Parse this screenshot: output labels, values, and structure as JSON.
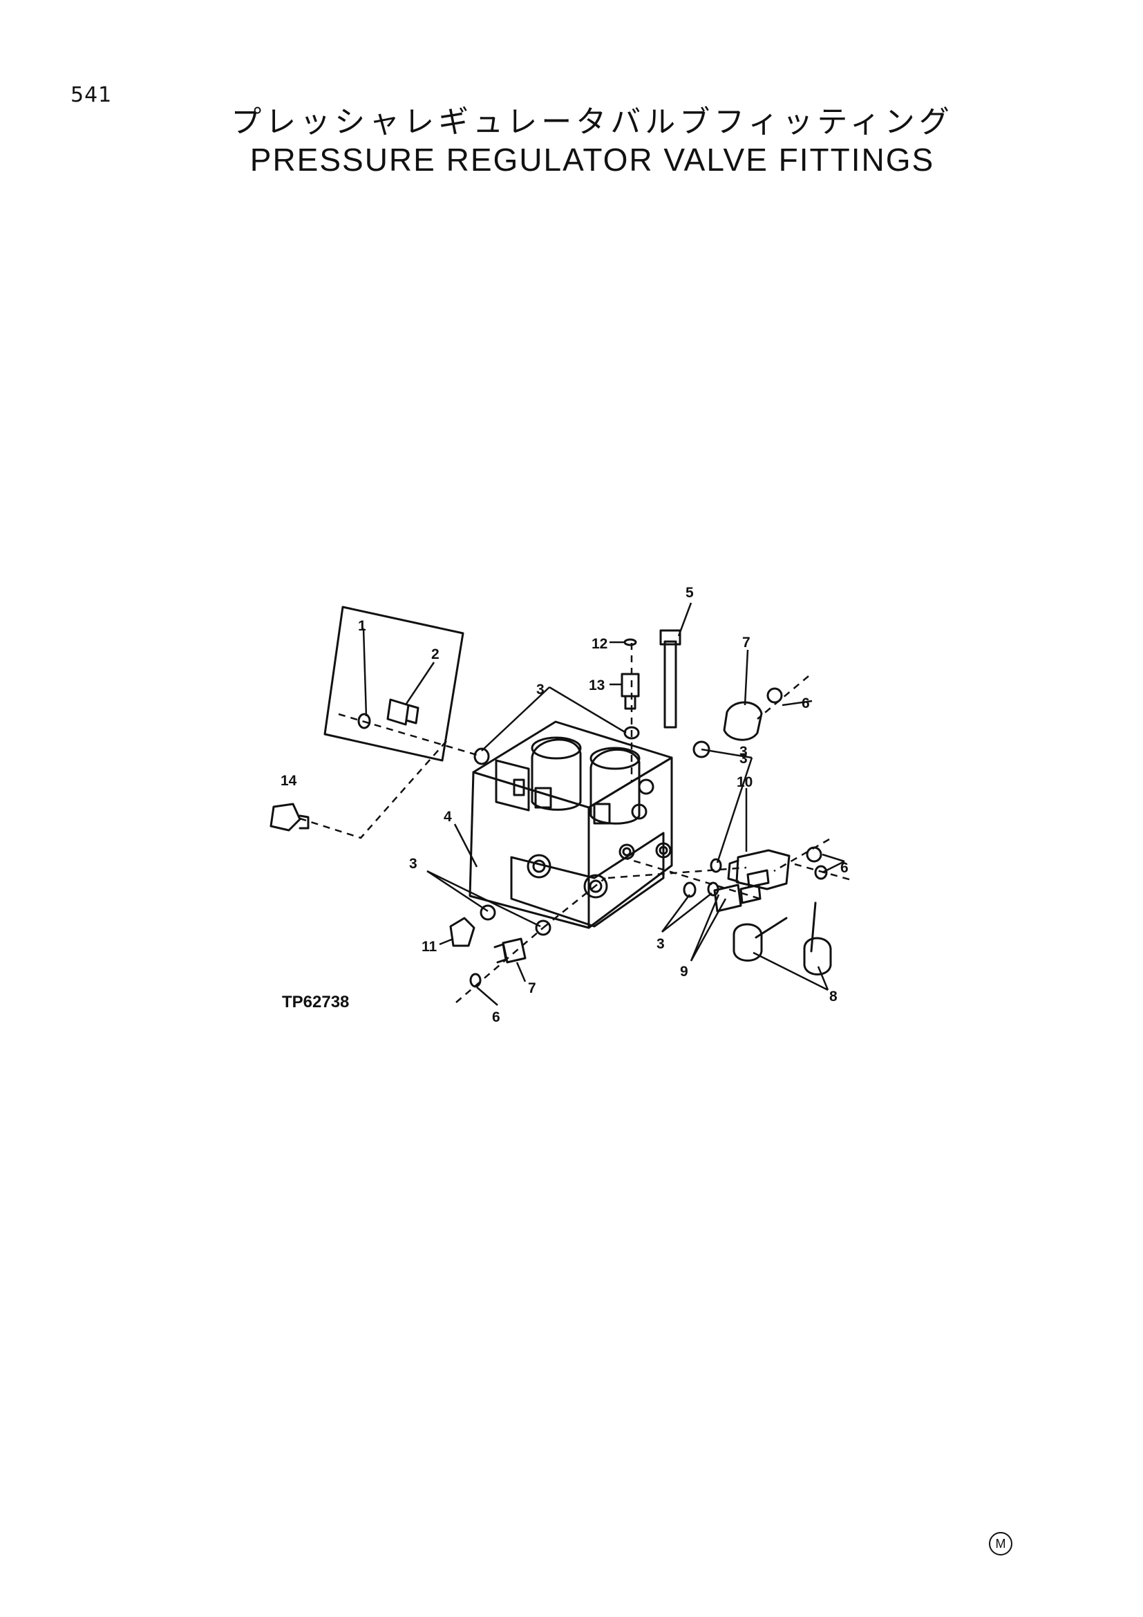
{
  "page": {
    "number": "541",
    "title_jp": "プレッシャレギュレータバルブフィッティング",
    "title_en": "PRESSURE REGULATOR VALVE FITTINGS"
  },
  "diagram": {
    "reference": "TP62738",
    "mark": "M",
    "callouts": [
      "1",
      "2",
      "3",
      "3",
      "3",
      "3",
      "3",
      "4",
      "5",
      "6",
      "6",
      "6",
      "7",
      "7",
      "8",
      "9",
      "10",
      "11",
      "12",
      "13",
      "14"
    ]
  }
}
